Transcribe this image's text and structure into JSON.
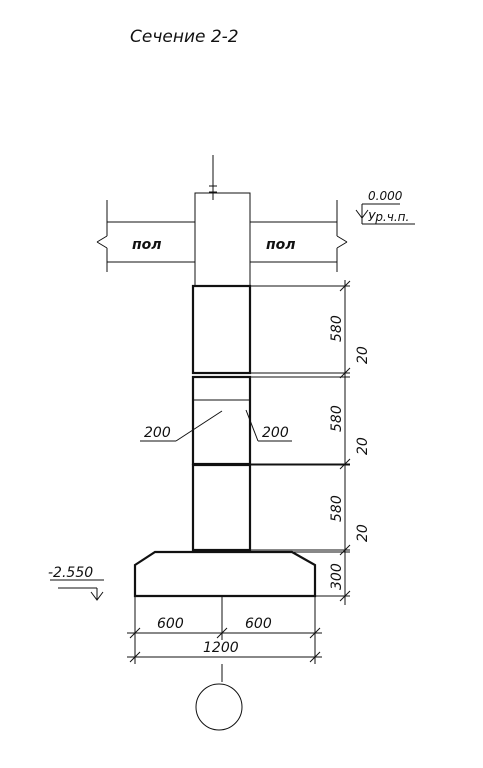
{
  "title": "Сечение 2-2",
  "floor_label": "пол",
  "level_top": {
    "value": "0.000",
    "note": "Ур.ч.п."
  },
  "level_bottom": {
    "value": "-2.550"
  },
  "block_heights": [
    "580",
    "580",
    "580"
  ],
  "joint": "20",
  "footing_height": "300",
  "wall_dims": {
    "left": "200",
    "right": "200"
  },
  "footing_dims": {
    "left": "600",
    "right": "600",
    "total": "1200"
  },
  "axis_marker": {
    "label": ""
  },
  "colors": {
    "ink": "#111111",
    "background": "#ffffff"
  }
}
